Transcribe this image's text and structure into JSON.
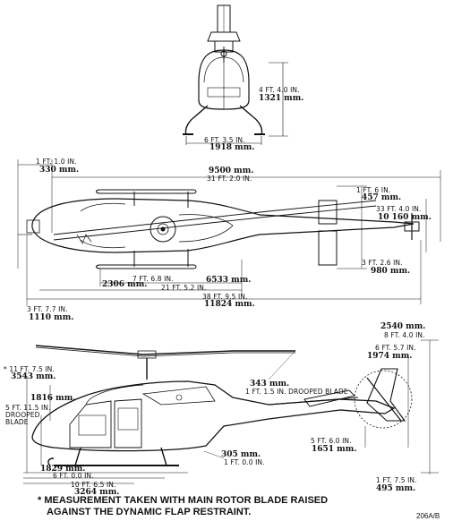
{
  "front_view": {
    "height_ft": "4 FT. 4.0 IN.",
    "height_mm": "1321 mm.",
    "width_ft": "6 FT. 3.5 IN.",
    "width_mm": "1918 mm."
  },
  "top_view": {
    "nose_ft": "1 FT. 1.0 IN.",
    "nose_mm": "330 mm.",
    "rotor_mm": "9500 mm.",
    "rotor_ft": "31 FT. 2.0 IN.",
    "tail_rotor_small_ft": "1 FT. 6 IN.",
    "tail_rotor_small_mm": "457 mm.",
    "tail_ft": "33 FT. 4.0 IN.",
    "tail_mm": "10 160 mm.",
    "stab_ft": "3 FT. 2.6 IN.",
    "stab_mm": "980 mm.",
    "skid_ft": "7 FT. 6.8 IN.",
    "skid_mm": "2306 mm.",
    "mast_mm": "6533 mm.",
    "mast_ft": "21 FT. 5.2 IN.",
    "overall_ft": "38 FT. 9.5 IN.",
    "overall_mm": "11824 mm.",
    "left_ft": "3 FT. 7.7 IN.",
    "left_mm": "1110 mm."
  },
  "side_view": {
    "height_ft": "* 11 FT. 7.5 IN.",
    "height_mm": "3543 mm.",
    "cabin_mm": "1816 mm.",
    "droop_ft": "5 FT. 11.5 IN.",
    "droop_word1": "DROOPED",
    "droop_word2": "BLADE",
    "blade_mm": "343 mm.",
    "blade_ft": "1 FT. 1.5 IN. DROOPED BLADE",
    "tail_h_mm": "2540 mm.",
    "tail_h_ft": "8 FT. 4.0 IN.",
    "fin_ft": "6 FT. 5.7 IN.",
    "fin_mm": "1974 mm.",
    "tr_ft": "5 FT. 6.0 IN.",
    "tr_mm": "1651 mm.",
    "gear_mm": "305 mm.",
    "gear_ft": "1 FT. 0.0 IN.",
    "nose_mm": "1829 mm.",
    "nose_ft": "6 FT. 0.0 IN.",
    "skid_ft": "10 FT. 6.5 IN.",
    "skid_mm": "3264 mm.",
    "ground_ft": "1 FT. 7.5 IN.",
    "ground_mm": "495 mm."
  },
  "footnote": {
    "line1": "* MEASUREMENT TAKEN WITH MAIN ROTOR BLADE RAISED",
    "line2": "AGAINST THE DYNAMIC FLAP RESTRAINT."
  },
  "figure_ref": "206A/B"
}
